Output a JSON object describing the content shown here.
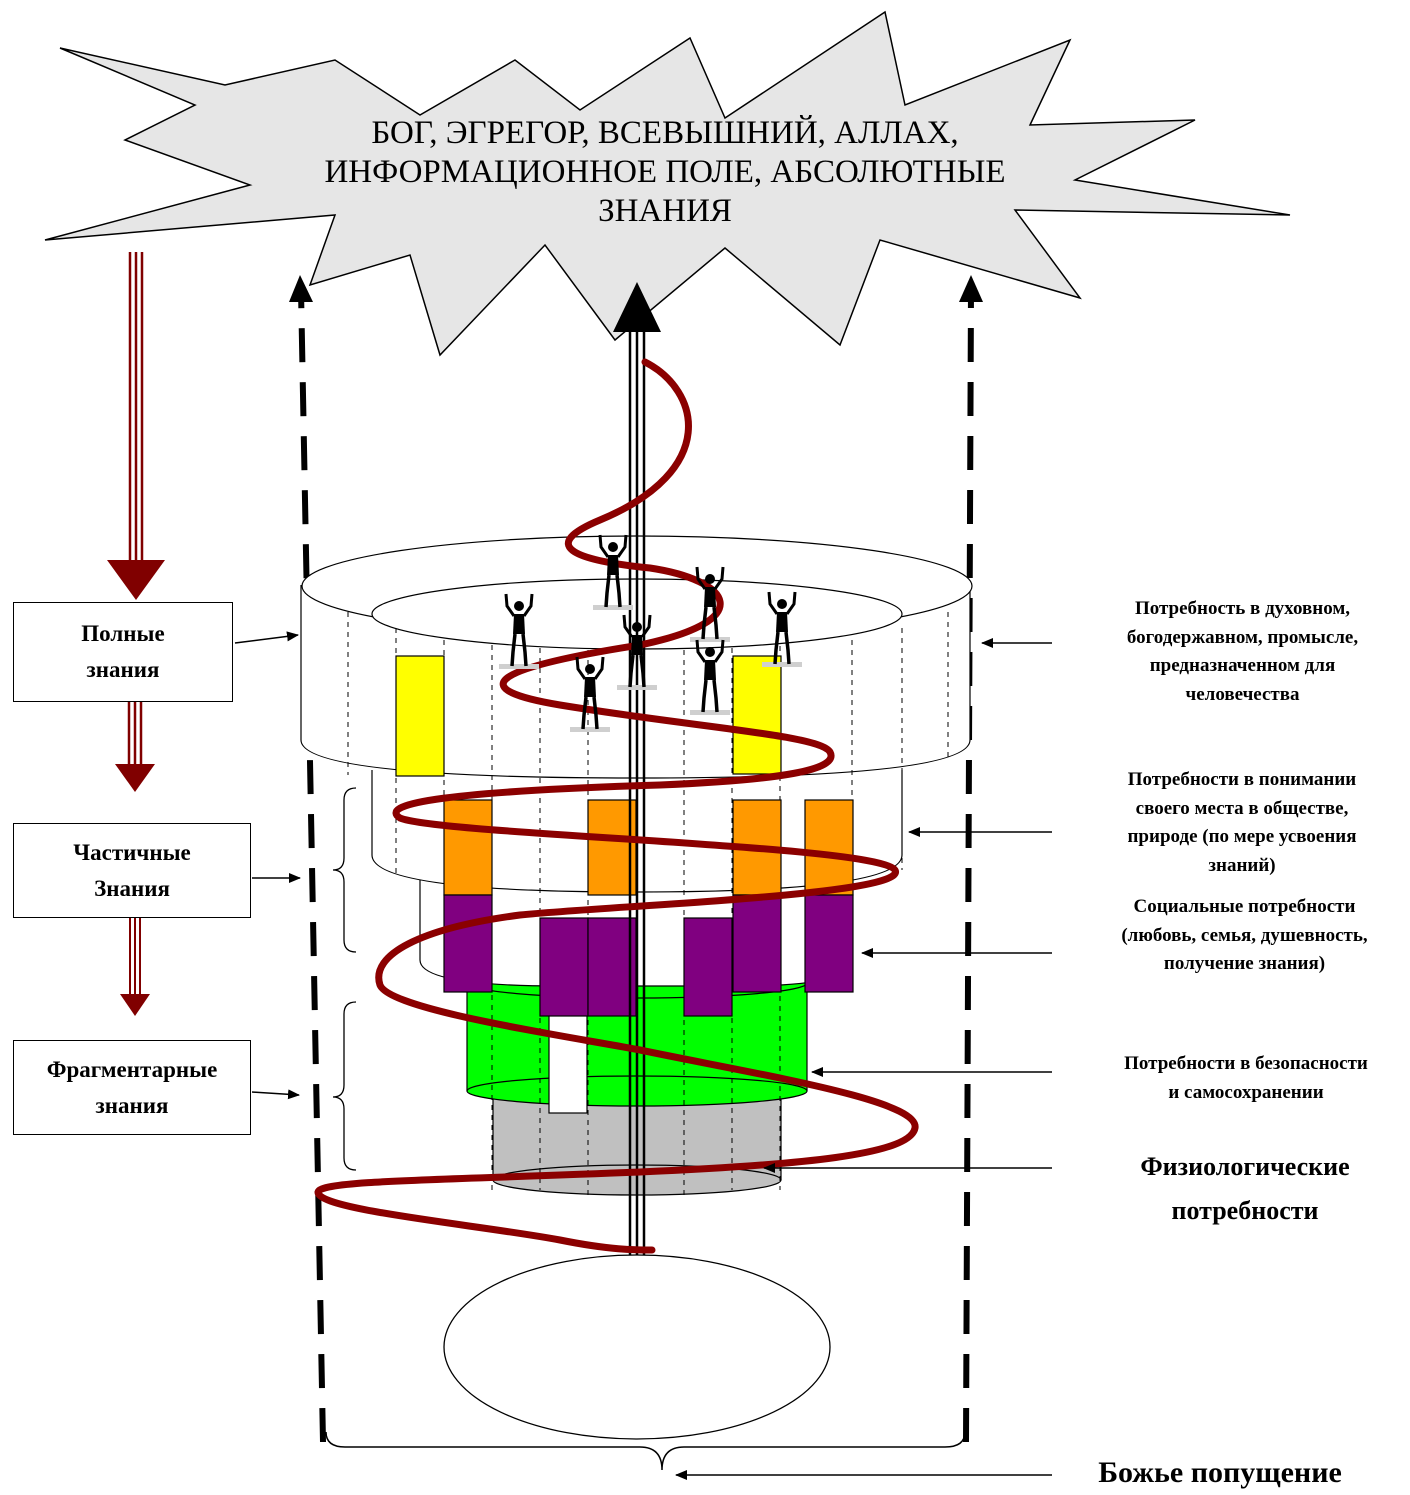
{
  "top_burst": {
    "lines": [
      "БОГ, ЭГРЕГОР, ВСЕВЫШНИЙ, АЛЛАХ,",
      "ИНФОРМАЦИОННОЕ ПОЛЕ, АБСОЛЮТНЫЕ",
      "ЗНАНИЯ"
    ],
    "fill": "#e6e6e6"
  },
  "knowledge_boxes": [
    {
      "label": "Полные\nзнания"
    },
    {
      "label": "Частичные\nЗнания"
    },
    {
      "label": "Фрагментарные\nзнания"
    }
  ],
  "need_labels": [
    {
      "text": "Потребность в духовном,\nбогодержавном, промысле,\nпредназначенном для\nчеловечества"
    },
    {
      "text": "Потребности в понимании\nсвоего места   в обществе,\nприроде  (по  мере усвоения\nзнаний)"
    },
    {
      "text": "Социальные потребности\n(любовь, семья, душевность,\nполучение знания)"
    },
    {
      "text": "Потребности в безопасности\nи самосохранении"
    },
    {
      "text": "Физиологические\nпотребности"
    }
  ],
  "bottom_label": "Божье попущение",
  "colors": {
    "spiral": "#8b0000",
    "down_arrow": "#800000",
    "yellow": "#ffff00",
    "orange": "#ff9900",
    "purple": "#800080",
    "green": "#00ff00",
    "gray": "#c0c0c0",
    "burst": "#e6e6e6"
  },
  "icons": [
    "human-figure-icon"
  ]
}
